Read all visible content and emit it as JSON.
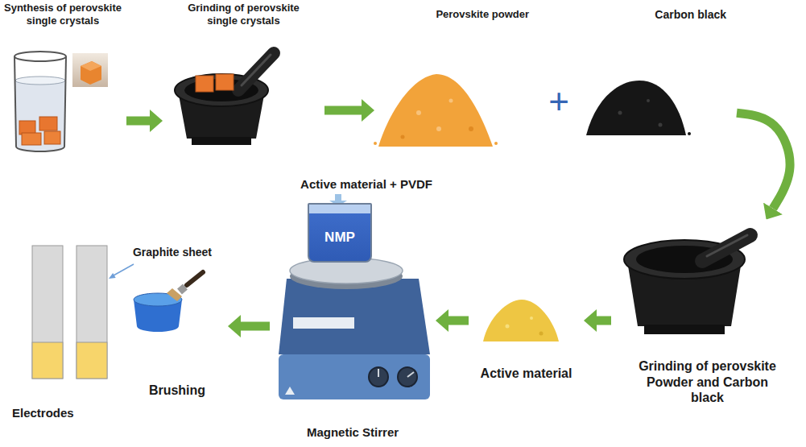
{
  "diagram": {
    "nodes": [
      {
        "text": [
          "Synthesis of perovskite single crystals"
        ]
      },
      {
        "text": [
          "Grinding of perovskite single crystals"
        ]
      },
      {
        "text": [
          "Perovskite powder"
        ]
      },
      {
        "text": [
          "Carbon black"
        ]
      },
      {
        "text": [
          "Grinding of perovskite Powder and Carbon black"
        ]
      },
      {
        "text": [
          "Active material"
        ]
      },
      {
        "text": [
          "Magnetic Stirrer"
        ]
      },
      {
        "text": [
          "NMP"
        ],
        "in": 6
      },
      {
        "text": [
          "Brushing"
        ]
      },
      {
        "text": [
          "Electrodes"
        ]
      }
    ],
    "edges": [
      {
        "from": 0,
        "to": 1,
        "arrow": "to"
      },
      {
        "from": 1,
        "to": 2,
        "arrow": "to"
      },
      {
        "from": 3,
        "to": 4,
        "arrow": "to"
      },
      {
        "from": 4,
        "to": 5,
        "arrow": "to"
      },
      {
        "from": 5,
        "to": 6,
        "arrow": "to"
      },
      {
        "from": 6,
        "to": 8,
        "arrow": "to"
      }
    ],
    "labels": [
      "+",
      "Active material + PVDF",
      "Graphite sheet"
    ]
  }
}
